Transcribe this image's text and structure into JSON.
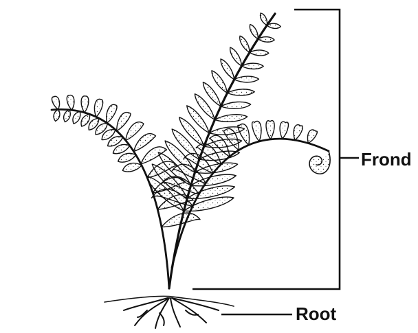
{
  "diagram": {
    "subject": "fern",
    "labels": {
      "frond": "Frond",
      "root": "Root"
    },
    "colors": {
      "line": "#111111",
      "background": "#ffffff"
    }
  }
}
